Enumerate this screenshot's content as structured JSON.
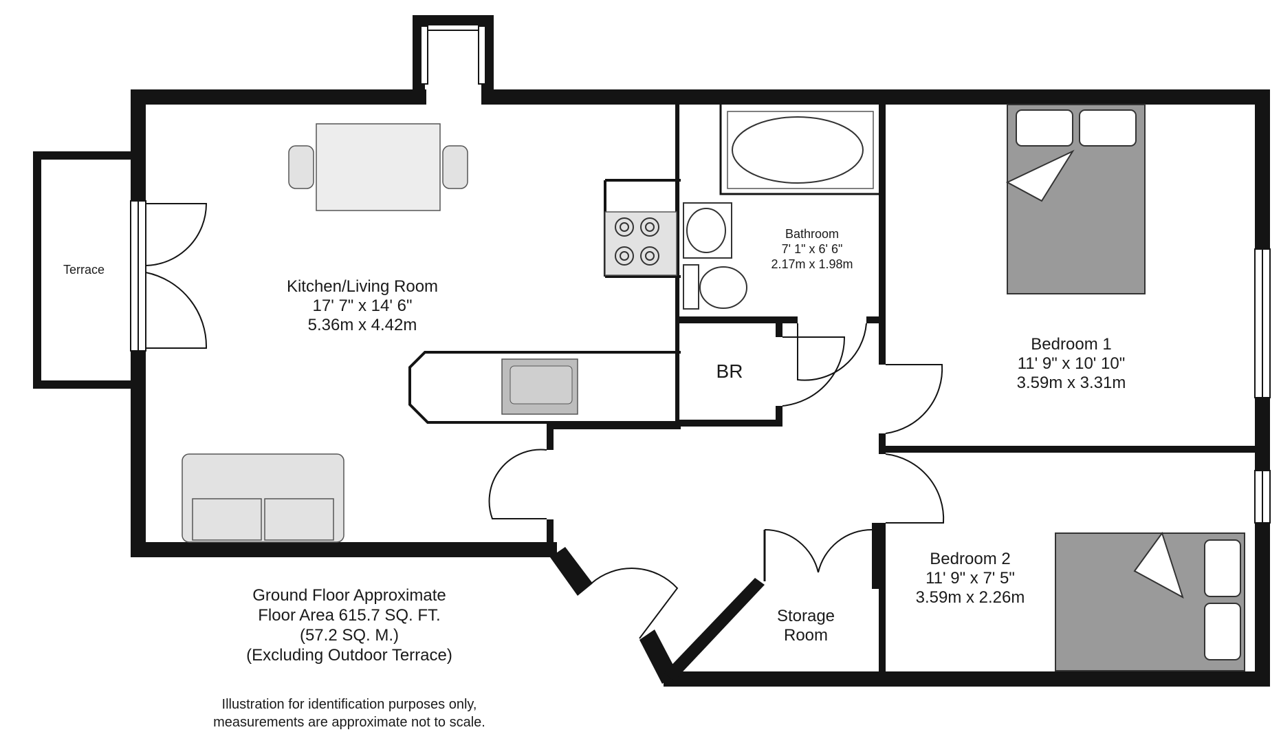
{
  "rooms": {
    "terrace": {
      "name": "Terrace"
    },
    "kitchen": {
      "name": "Kitchen/Living Room",
      "imperial": "17' 7\" x 14' 6\"",
      "metric": "5.36m x 4.42m"
    },
    "bathroom": {
      "name": "Bathroom",
      "imperial": "7' 1\" x 6' 6\"",
      "metric": "2.17m x 1.98m"
    },
    "br": {
      "name": "BR"
    },
    "bedroom1": {
      "name": "Bedroom 1",
      "imperial": "11' 9\" x 10' 10\"",
      "metric": "3.59m x 3.31m"
    },
    "bedroom2": {
      "name": "Bedroom 2",
      "imperial": "11' 9\" x 7' 5\"",
      "metric": "3.59m x 2.26m"
    },
    "storage": {
      "line1": "Storage",
      "line2": "Room"
    }
  },
  "summary": {
    "line1": "Ground Floor Approximate",
    "line2": "Floor Area 615.7 SQ. FT.",
    "line3": "(57.2 SQ. M.)",
    "line4": "(Excluding Outdoor Terrace)"
  },
  "disclaimer": {
    "line1": "Illustration for identification purposes only,",
    "line2": "measurements are approximate not to scale."
  },
  "colors": {
    "wall": "#141414",
    "furniture": "#e2e2e2",
    "bed": "#9a9a9a",
    "background": "#ffffff"
  }
}
